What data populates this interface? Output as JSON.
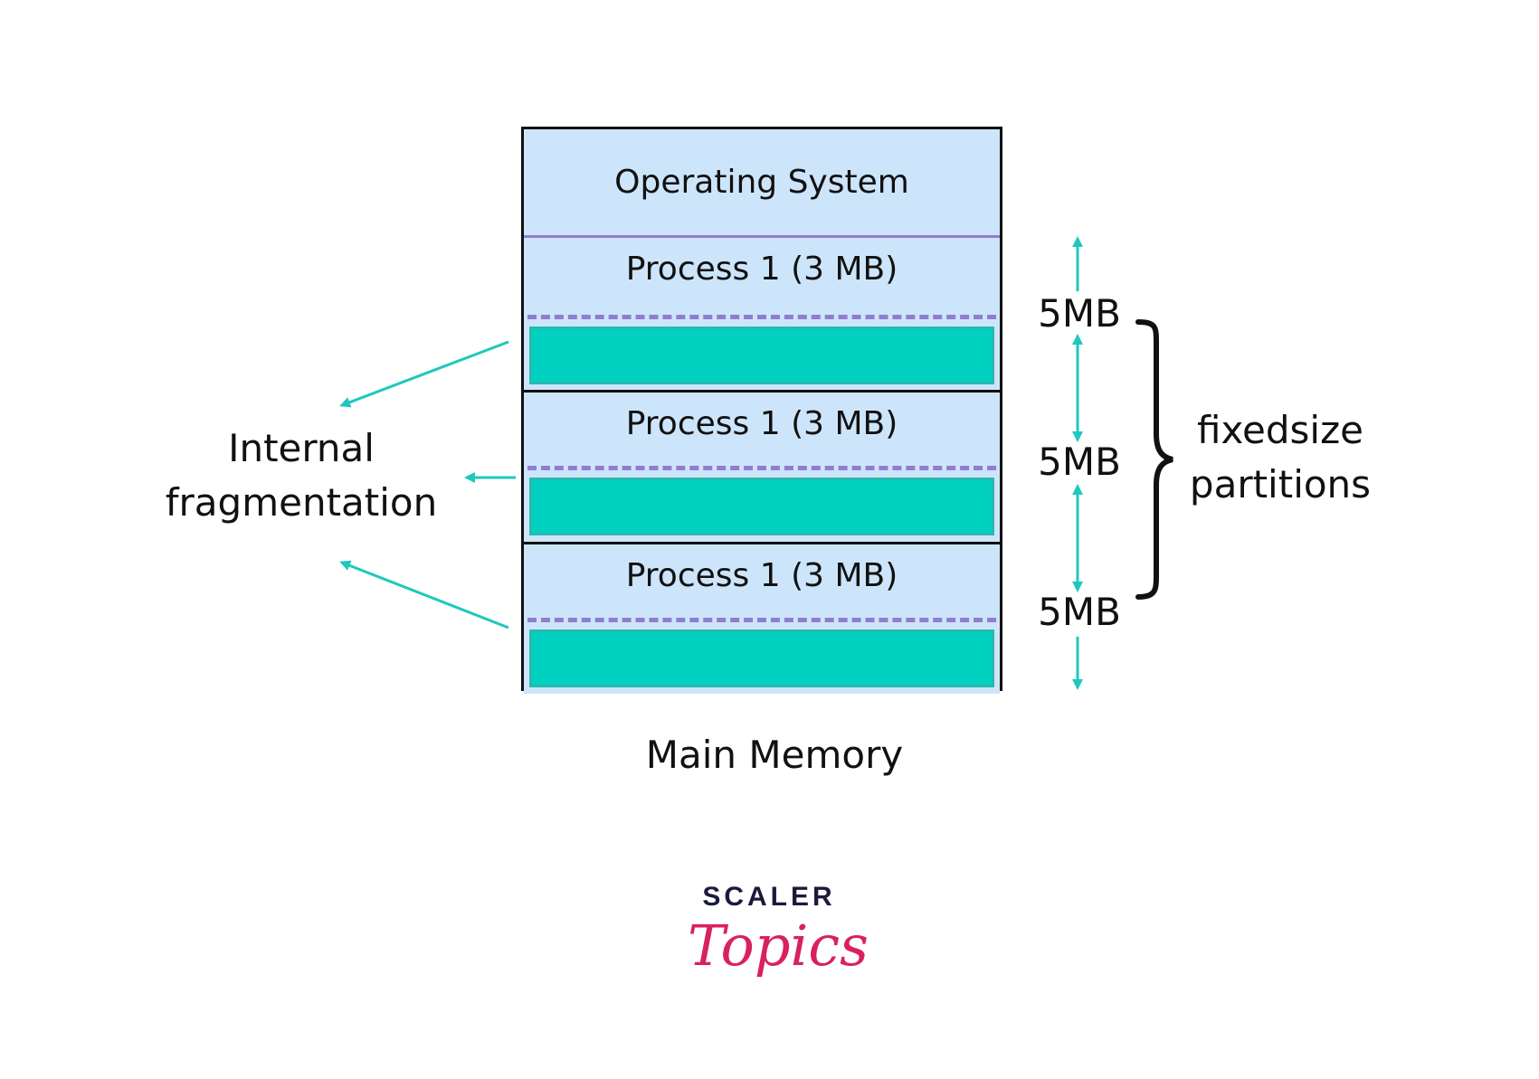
{
  "diagram": {
    "memory_caption": "Main Memory",
    "os_label": "Operating System",
    "partitions": [
      {
        "label": "Process 1 (3 MB)",
        "size_label": "5MB"
      },
      {
        "label": "Process 1 (3 MB)",
        "size_label": "5MB"
      },
      {
        "label": "Process 1 (3 MB)",
        "size_label": "5MB"
      }
    ],
    "fragmentation_label_line1": "Internal",
    "fragmentation_label_line2": "fragmentation",
    "partition_group_line1": "fixedsize",
    "partition_group_line2": "partitions"
  },
  "logo": {
    "line1": "SCALER",
    "line2": "Topics"
  },
  "colors": {
    "memory_fill": "#cde5fa",
    "fragment_fill": "#00d1c1",
    "arrow": "#1ec8bd",
    "dash": "#8f7ecf",
    "logo_accent": "#d9215f"
  }
}
